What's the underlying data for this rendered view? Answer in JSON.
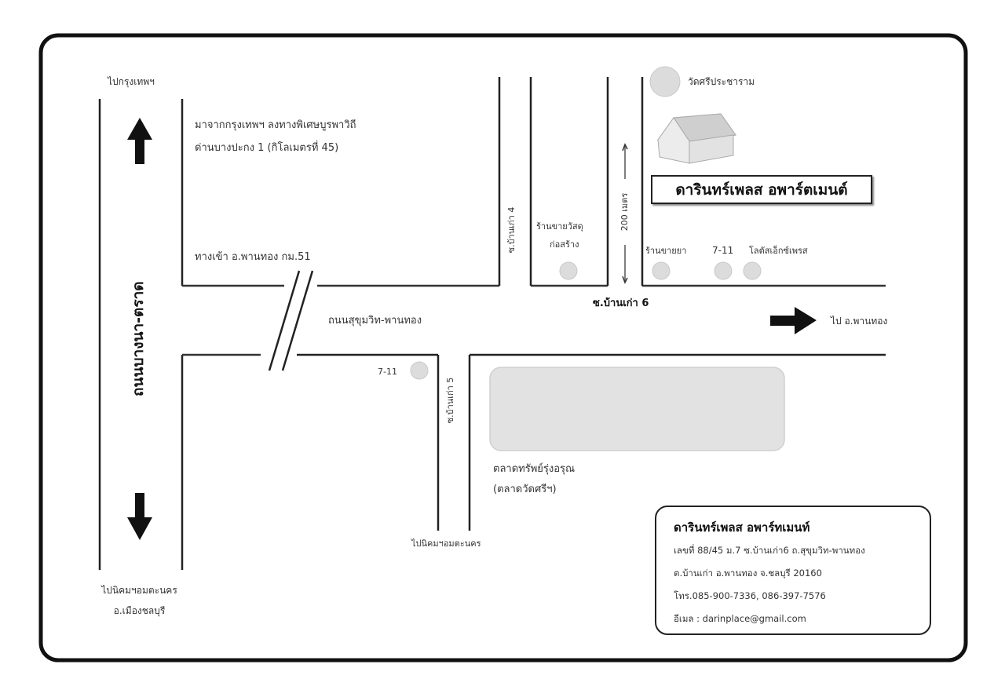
{
  "map": {
    "title": "ดารินทร์เพลส อพาร์ตเมนต์",
    "colors": {
      "road_line": "#222222",
      "landmark_fill": "#dcdcdc",
      "market_fill": "#e2e2e2",
      "frame": "#111111"
    },
    "roads": {
      "bangna_trat": "ถนนบางนา-ตราด",
      "sukhumvit_phanthong": "ถนนสุขุมวิท-พานทอง",
      "soi_4": "ซ.บ้านเก่า 4",
      "soi_5": "ซ.บ้านเก่า 5",
      "soi_6": "ซ.บ้านเก่า 6"
    },
    "directions": {
      "to_bangkok": "ไปกรุงเทพฯ",
      "to_chonburi_line1": "ไปนิคมฯอมตะนคร",
      "to_chonburi_line2": "อ.เมืองชลบุรี",
      "to_phanthong": "ไป อ.พานทอง",
      "to_amata": "ไปนิคมฯอมตะนคร"
    },
    "notes": {
      "from_bangkok_line1": "มาจากกรุงเทพฯ ลงทางพิเศษบูรพาวิถี",
      "from_bangkok_line2": "ด่านบางปะกง 1 (กิโลเมตรที่ 45)",
      "entrance": "ทางเข้า อ.พานทอง กม.51",
      "distance": "200 เมตร"
    },
    "landmarks": {
      "temple": "วัดศรีประชาราม",
      "hardware_line1": "ร้านขายวัสดุ",
      "hardware_line2": "ก่อสร้าง",
      "pharmacy": "ร้านขายยา",
      "seven_eleven_top": "7-11",
      "lotus_express": "โลตัสเอ็กซ์เพรส",
      "seven_eleven_bottom": "7-11",
      "market_line1": "ตลาดทรัพย์รุ่งอรุณ",
      "market_line2": "(ตลาดวัดศรีฯ)"
    },
    "contact": {
      "name": "ดารินทร์เพลส อพาร์ทเมนท์",
      "address1": "เลขที่ 88/45 ม.7 ซ.บ้านเก่า6 ถ.สุขุมวิท-พานทอง",
      "address2": "ต.บ้านเก่า อ.พานทอง จ.ชลบุรี 20160",
      "phone": "โทร.085-900-7336, 086-397-7576",
      "email": "อีเมล : darinplace@gmail.com"
    }
  }
}
